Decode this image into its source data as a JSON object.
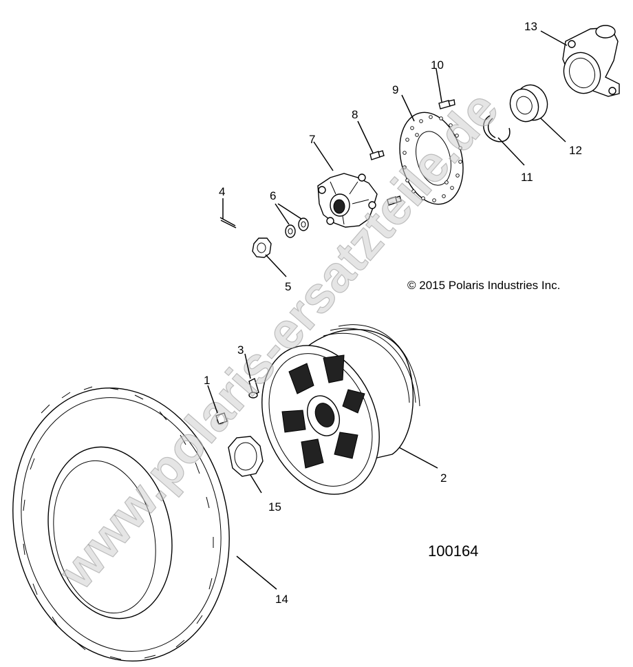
{
  "diagram": {
    "copyright": "© 2015 Polaris Industries Inc.",
    "diagram_number": "100164",
    "watermark": "www.polaris-ersatzteile.de",
    "callouts": {
      "c1": "1",
      "c2": "2",
      "c3": "3",
      "c4": "4",
      "c5": "5",
      "c6": "6",
      "c7": "7",
      "c8": "8",
      "c9": "9",
      "c10": "10",
      "c11": "11",
      "c12": "12",
      "c13": "13",
      "c14": "14",
      "c15": "15"
    }
  }
}
